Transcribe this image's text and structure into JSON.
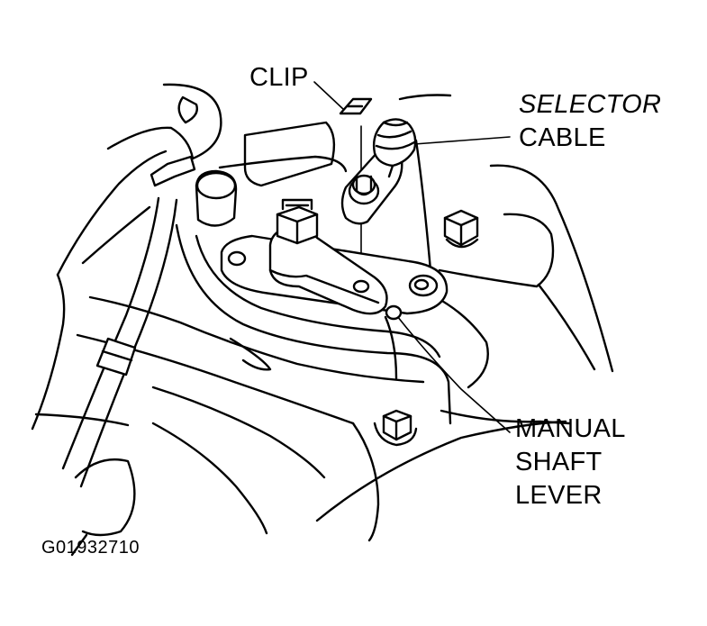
{
  "labels": {
    "clip": "CLIP",
    "selector_cable": [
      "SELECTOR",
      "CABLE"
    ],
    "manual_shaft_lever": [
      "MANUAL",
      "SHAFT",
      "LEVER"
    ]
  },
  "figure_id": "G01932710"
}
